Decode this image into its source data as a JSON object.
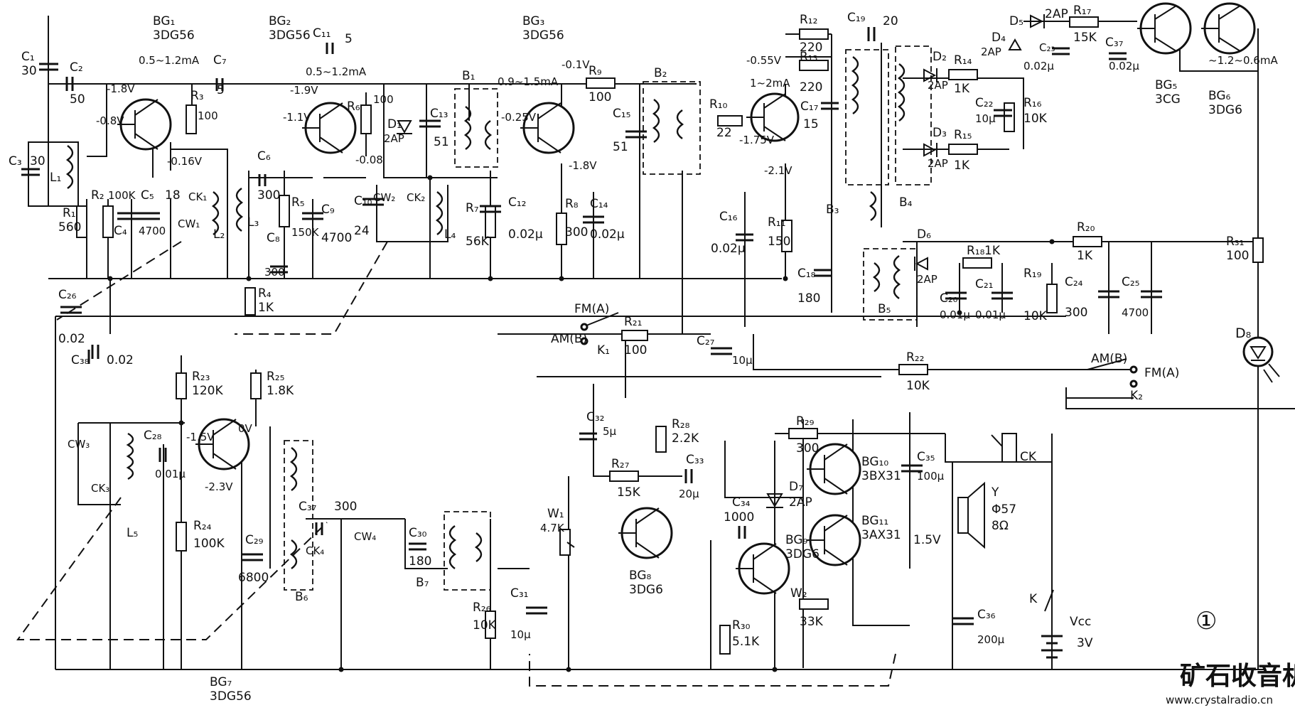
{
  "figure_number": "①",
  "watermark": {
    "brand": "矿石收音机",
    "url": "www.crystalradio.cn"
  },
  "transistors": [
    {
      "id": "BG1",
      "name": "BG₁",
      "type": "3DG56",
      "current": "0.5~1.2mA"
    },
    {
      "id": "BG2",
      "name": "BG₂",
      "type": "3DG56",
      "current": "0.5~1.2mA"
    },
    {
      "id": "BG3",
      "name": "BG₃",
      "type": "3DG56",
      "current": "0.9~1.5mA"
    },
    {
      "id": "BG4",
      "name": "",
      "type": "",
      "current": "1~2mA"
    },
    {
      "id": "BG5",
      "name": "BG₅",
      "type": "3CG"
    },
    {
      "id": "BG6",
      "name": "BG₆",
      "type": "3DG6",
      "current": "~1.2~0.6mA"
    },
    {
      "id": "BG7",
      "name": "BG₇",
      "type": "3DG56"
    },
    {
      "id": "BG8",
      "name": "BG₈",
      "type": "3DG6"
    },
    {
      "id": "BG9",
      "name": "BG₉",
      "type": "3DG6"
    },
    {
      "id": "BG10",
      "name": "BG₁₀",
      "type": "3BX31"
    },
    {
      "id": "BG11",
      "name": "BG₁₁",
      "type": "3AX31"
    }
  ],
  "resistors": [
    {
      "id": "R1",
      "name": "R₁",
      "value": "560"
    },
    {
      "id": "R2",
      "name": "R₂",
      "value": "100K"
    },
    {
      "id": "R3",
      "name": "R₃",
      "value": "100"
    },
    {
      "id": "R4",
      "name": "R₄",
      "value": "1K"
    },
    {
      "id": "R5",
      "name": "R₅",
      "value": "150K"
    },
    {
      "id": "R6",
      "name": "R₆",
      "value": "100"
    },
    {
      "id": "R7",
      "name": "R₇",
      "value": "56K"
    },
    {
      "id": "R8",
      "name": "R₈",
      "value": "300"
    },
    {
      "id": "R9",
      "name": "R₉",
      "value": "100"
    },
    {
      "id": "R10",
      "name": "R₁₀",
      "value": "22"
    },
    {
      "id": "R11",
      "name": "R₁₁",
      "value": "150"
    },
    {
      "id": "R12",
      "name": "R₁₂",
      "value": "220"
    },
    {
      "id": "R13",
      "name": "R₁₃",
      "value": "220"
    },
    {
      "id": "R14",
      "name": "R₁₄",
      "value": "1K"
    },
    {
      "id": "R15",
      "name": "R₁₅",
      "value": "1K"
    },
    {
      "id": "R16",
      "name": "R₁₆",
      "value": "10K"
    },
    {
      "id": "R17",
      "name": "R₁₇",
      "value": "15K"
    },
    {
      "id": "R18",
      "name": "R₁₈",
      "value": "1K"
    },
    {
      "id": "R19",
      "name": "R₁₉",
      "value": "10K"
    },
    {
      "id": "R20",
      "name": "R₂₀",
      "value": "1K"
    },
    {
      "id": "R21",
      "name": "R₂₁",
      "value": "100"
    },
    {
      "id": "R22",
      "name": "R₂₂",
      "value": "10K"
    },
    {
      "id": "R23",
      "name": "R₂₃",
      "value": "120K"
    },
    {
      "id": "R24",
      "name": "R₂₄",
      "value": "100K"
    },
    {
      "id": "R25",
      "name": "R₂₅",
      "value": "1.8K"
    },
    {
      "id": "R26",
      "name": "R₂₆",
      "value": "10K"
    },
    {
      "id": "R27",
      "name": "R₂₇",
      "value": "15K"
    },
    {
      "id": "R28",
      "name": "R₂₈",
      "value": "2.2K"
    },
    {
      "id": "R29",
      "name": "R₂₉",
      "value": "300"
    },
    {
      "id": "R30",
      "name": "R₃₀",
      "value": "5.1K"
    },
    {
      "id": "R31",
      "name": "R₃₁",
      "value": "100"
    }
  ],
  "capacitors": [
    {
      "id": "C1",
      "name": "C₁",
      "value": "30"
    },
    {
      "id": "C2",
      "name": "C₂",
      "value": "50"
    },
    {
      "id": "C3",
      "name": "C₃",
      "value": "30"
    },
    {
      "id": "C4",
      "name": "C₄",
      "value": "4700"
    },
    {
      "id": "C5",
      "name": "C₅",
      "value": "18"
    },
    {
      "id": "C6",
      "name": "C₆",
      "value": "300"
    },
    {
      "id": "C7",
      "name": "C₇",
      "value": "5"
    },
    {
      "id": "C8",
      "name": "C₈",
      "value": "300"
    },
    {
      "id": "C9",
      "name": "C₉",
      "value": "4700"
    },
    {
      "id": "C10",
      "name": "C₁₀",
      "value": "24"
    },
    {
      "id": "C11",
      "name": "C₁₁",
      "value": "5"
    },
    {
      "id": "C12",
      "name": "C₁₂",
      "value": "0.02μ"
    },
    {
      "id": "C13",
      "name": "C₁₃",
      "value": "51"
    },
    {
      "id": "C14",
      "name": "C₁₄",
      "value": "0.02μ"
    },
    {
      "id": "C15",
      "name": "C₁₅",
      "value": "51"
    },
    {
      "id": "C16",
      "name": "C₁₆",
      "value": "0.02μ"
    },
    {
      "id": "C17",
      "name": "C₁₇",
      "value": "15"
    },
    {
      "id": "C18",
      "name": "C₁₈",
      "value": "180"
    },
    {
      "id": "C19",
      "name": "C₁₉",
      "value": "20"
    },
    {
      "id": "C20",
      "name": "C₂₀",
      "value": "0.01μ"
    },
    {
      "id": "C21",
      "name": "C₂₁",
      "value": "0.01μ"
    },
    {
      "id": "C22",
      "name": "C₂₂",
      "value": "10μ"
    },
    {
      "id": "C23",
      "name": "C₂₃",
      "value": "0.02μ"
    },
    {
      "id": "C24",
      "name": "C₂₄",
      "value": "300"
    },
    {
      "id": "C25",
      "name": "C₂₅",
      "value": "4700"
    },
    {
      "id": "C26",
      "name": "C₂₆",
      "value": "0.02"
    },
    {
      "id": "C27",
      "name": "C₂₇",
      "value": "10μ"
    },
    {
      "id": "C28",
      "name": "C₂₈",
      "value": "0.01μ"
    },
    {
      "id": "C29",
      "name": "C₂₉",
      "value": "6800"
    },
    {
      "id": "C30",
      "name": "C₃₀",
      "value": "180"
    },
    {
      "id": "C31",
      "name": "C₃₁",
      "value": "10μ"
    },
    {
      "id": "C32",
      "name": "C₃₂",
      "value": "5μ"
    },
    {
      "id": "C33",
      "name": "C₃₃",
      "value": "20μ"
    },
    {
      "id": "C34",
      "name": "C₃₄",
      "value": "1000"
    },
    {
      "id": "C35",
      "name": "C₃₅",
      "value": "100μ"
    },
    {
      "id": "C36",
      "name": "C₃₆",
      "value": "200μ"
    },
    {
      "id": "C37a",
      "name": "C₃₇",
      "value": "0.02μ"
    },
    {
      "id": "C37b",
      "name": "C₃₇",
      "value": "300"
    },
    {
      "id": "C38",
      "name": "C₃₈",
      "value": "0.02"
    }
  ],
  "trimmers": [
    {
      "id": "CW1",
      "name": "CW₁"
    },
    {
      "id": "CW2",
      "name": "CW₂"
    },
    {
      "id": "CW3",
      "name": "CW₃"
    },
    {
      "id": "CW4",
      "name": "CW₄"
    },
    {
      "id": "CK1",
      "name": "CK₁"
    },
    {
      "id": "CK2",
      "name": "CK₂"
    },
    {
      "id": "CK3",
      "name": "CK₃"
    },
    {
      "id": "CK4",
      "name": "CK₄"
    }
  ],
  "inductors": [
    {
      "id": "L1",
      "name": "L₁"
    },
    {
      "id": "L2",
      "name": "L₂"
    },
    {
      "id": "L3",
      "name": "L₃"
    },
    {
      "id": "L4",
      "name": "L₄"
    },
    {
      "id": "L5",
      "name": "L₅"
    }
  ],
  "transformers": [
    {
      "id": "B1",
      "name": "B₁"
    },
    {
      "id": "B2",
      "name": "B₂"
    },
    {
      "id": "B3",
      "name": "B₃"
    },
    {
      "id": "B4",
      "name": "B₄"
    },
    {
      "id": "B5",
      "name": "B₅"
    },
    {
      "id": "B6",
      "name": "B₆"
    },
    {
      "id": "B7",
      "name": "B₇"
    }
  ],
  "diodes": [
    {
      "id": "D1",
      "name": "D₁",
      "type": "2AP"
    },
    {
      "id": "D2",
      "name": "D₂",
      "type": "2AP"
    },
    {
      "id": "D3",
      "name": "D₃",
      "type": "2AP"
    },
    {
      "id": "D4",
      "name": "D₄",
      "type": "2AP"
    },
    {
      "id": "D5",
      "name": "D₅",
      "type": "2AP"
    },
    {
      "id": "D6",
      "name": "D₆",
      "type": "2AP"
    },
    {
      "id": "D7",
      "name": "D₇",
      "type": "2AP"
    },
    {
      "id": "D8",
      "name": "D₈"
    }
  ],
  "pots": [
    {
      "id": "W1",
      "name": "W₁",
      "value": "4.7K"
    },
    {
      "id": "W2",
      "name": "W₂",
      "value": "33K"
    }
  ],
  "switches": {
    "k1": {
      "name": "K₁",
      "fm": "FM(A)",
      "am": "AM(B)"
    },
    "k2": {
      "name": "K₂",
      "fm": "FM(A)",
      "am": "AM(B)"
    },
    "power": {
      "name": "K"
    }
  },
  "output": {
    "jack": "CK",
    "speaker": {
      "name": "Y",
      "size": "Φ57",
      "impedance": "8Ω"
    },
    "battery": {
      "name": "Vcc",
      "voltage": "3V"
    }
  },
  "voltages": {
    "bg1_c": "-1.8V",
    "bg1_b": "-0.8V",
    "bg1_e": "-0.16V",
    "bg2_c": "-1.9V",
    "bg2_b": "-1.1V",
    "bg2_e": "-0.08",
    "bg3_c": "-0.1V",
    "bg3_b": "-0.25V",
    "bg3_e": "-1.8V",
    "bg4_c": "-0.55V",
    "bg4_b": "-1.75V",
    "bg4_e": "-2.1V",
    "bg7_c": "0V",
    "bg7_b": "-1.5V",
    "bg7_e": "-2.3V",
    "bg11_b": "1.5V"
  }
}
